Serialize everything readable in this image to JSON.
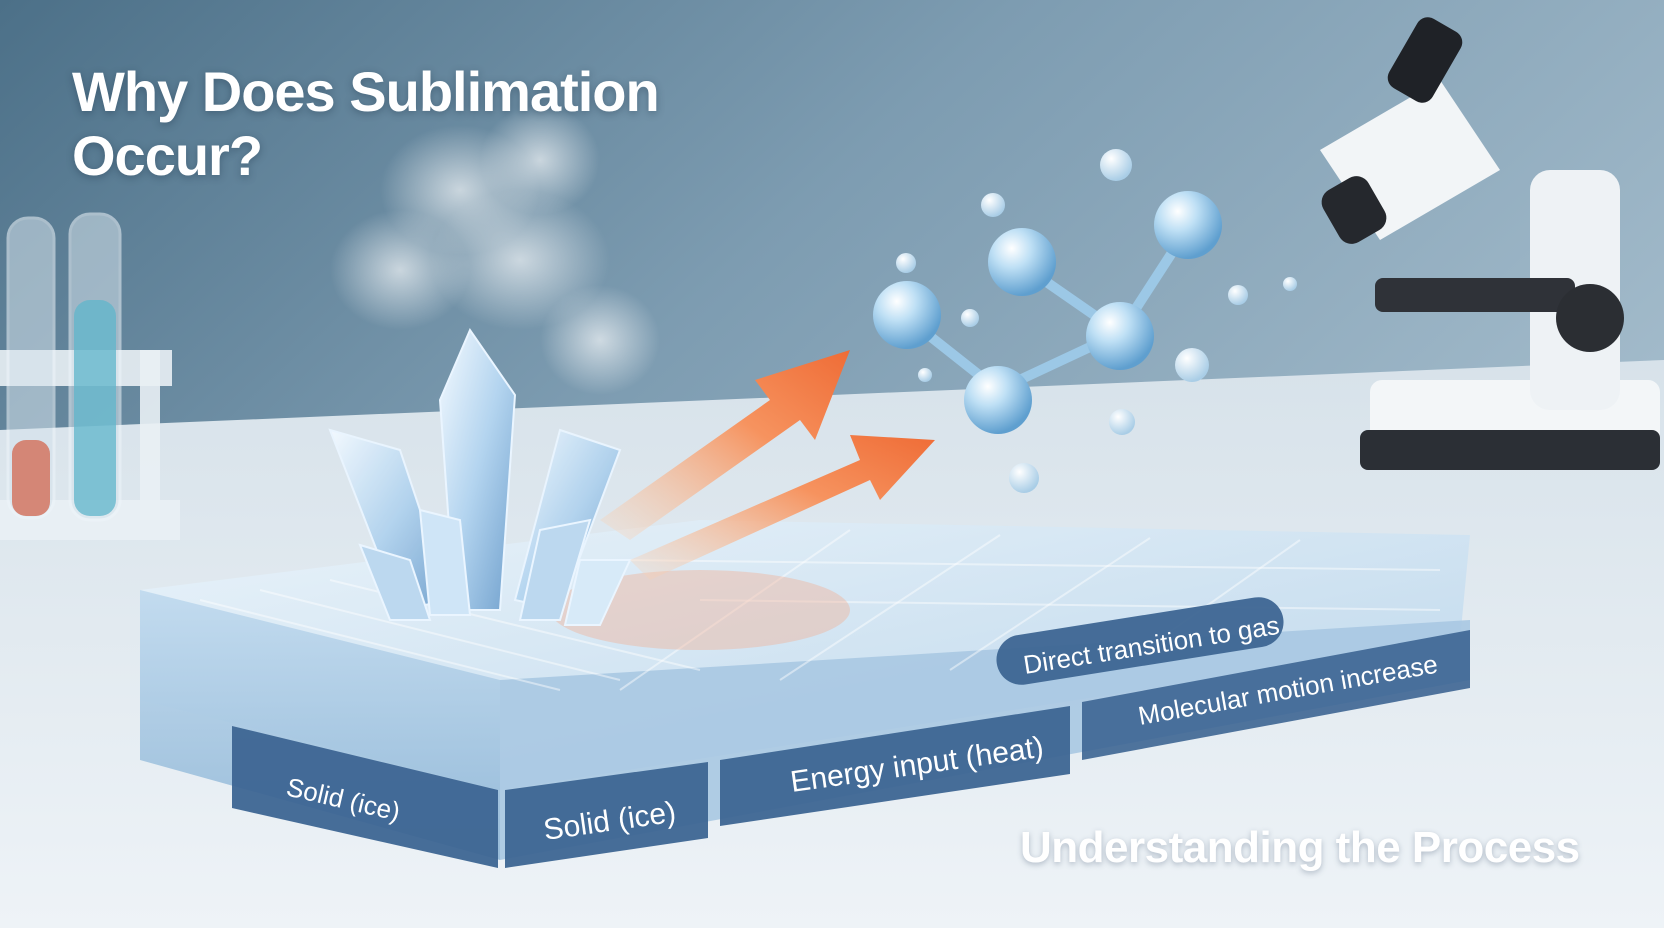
{
  "title": "Why Does Sublimation Occur?",
  "subtitle": "Understanding the Process",
  "labels": {
    "solid_front": "Solid (ice)",
    "solid_side": "Solid (ice)",
    "energy": "Energy input (heat)",
    "transition": "Direct transition to gas",
    "motion": "Molecular motion increase"
  },
  "colors": {
    "background": "#6f8fa6",
    "table": "#e4ebf1",
    "ice": "#cfe3f3",
    "label_plate": "#3d6592",
    "arrow": "#f07a45",
    "molecule": "#8ec3e8"
  },
  "objects": [
    "test-tubes",
    "ice-crystal",
    "steam",
    "heat-arrows",
    "gas-molecules",
    "microscope"
  ]
}
